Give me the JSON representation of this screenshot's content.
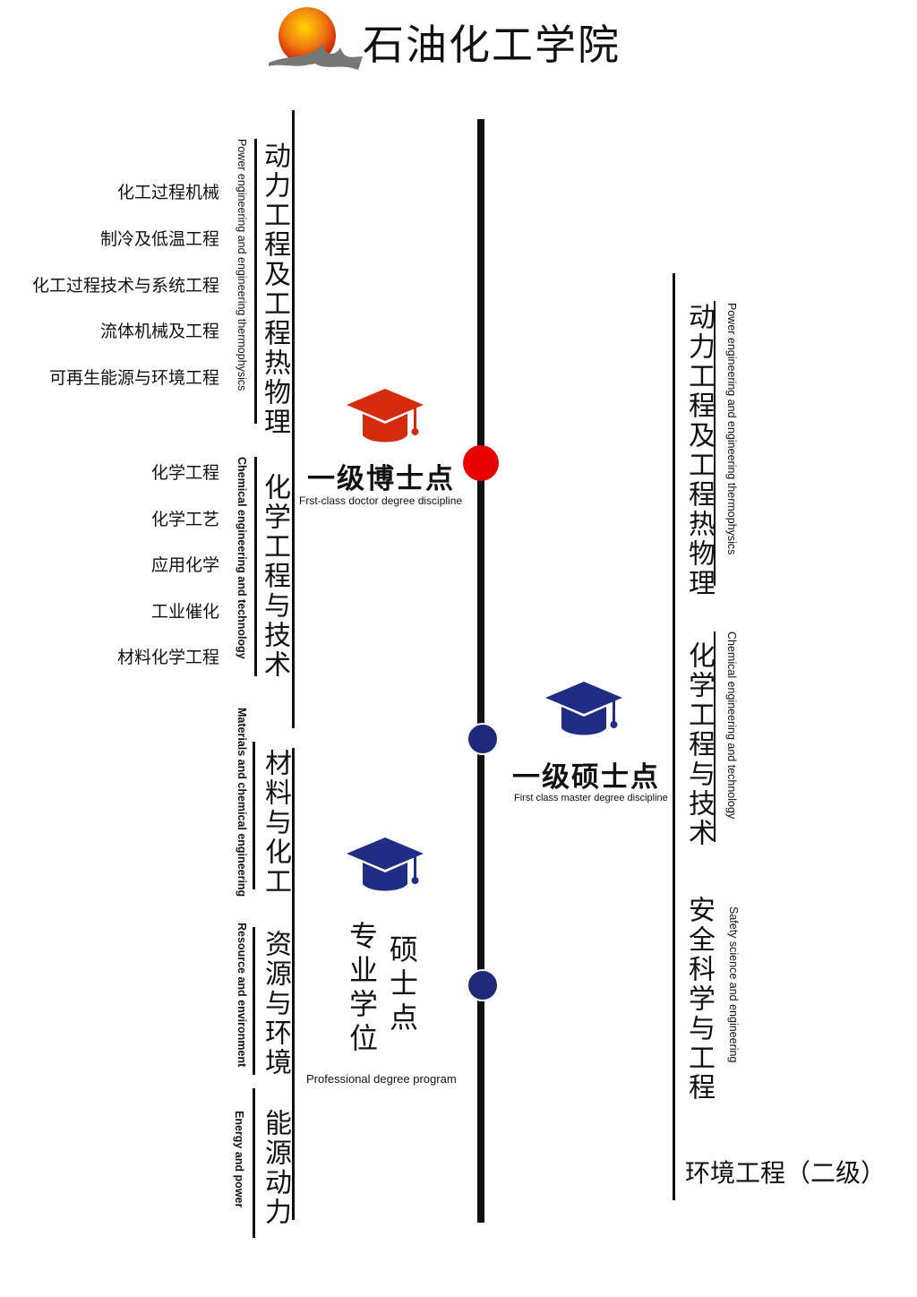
{
  "header": {
    "title": "石油化工学院"
  },
  "colors": {
    "doctor": "#e60000",
    "master": "#1f2a7a",
    "cap_red": "#d62a0c",
    "cap_blue": "#1f2d84"
  },
  "doctor": {
    "title": "一级博士点",
    "subtitle": "Frst-class doctor degree discipline",
    "groups": [
      {
        "cn": "动力工程及工程热物理",
        "en": "Power engineering and engineering thermophysics",
        "items": [
          "化工过程机械",
          "制冷及低温工程",
          "化工过程技术与系统工程",
          "流体机械及工程",
          "可再生能源与环境工程"
        ]
      },
      {
        "cn": "化学工程与技术",
        "en": "Chemical engineering and technology",
        "items": [
          "化学工程",
          "化学工艺",
          "应用化学",
          "工业催化",
          "材料化学工程"
        ]
      }
    ]
  },
  "master": {
    "title": "一级硕士点",
    "subtitle": "First class master degree discipline",
    "groups": [
      {
        "cn": "动力工程及工程热物理",
        "en": "Power engineering and engineering thermophysics"
      },
      {
        "cn": "化学工程与技术",
        "en": "Chemical engineering and technology"
      },
      {
        "cn": "安全科学与工程",
        "en": "Safety science and engineering"
      }
    ],
    "extra": "环境工程（二级）"
  },
  "professional": {
    "title_a": "专业学位",
    "title_b": "硕士点",
    "subtitle": "Professional degree program",
    "groups": [
      {
        "cn": "材料与化工",
        "en": "Materials and chemical engineering"
      },
      {
        "cn": "资源与环境",
        "en": "Resource and environment"
      },
      {
        "cn": "能源动力",
        "en": "Energy and power"
      }
    ]
  }
}
